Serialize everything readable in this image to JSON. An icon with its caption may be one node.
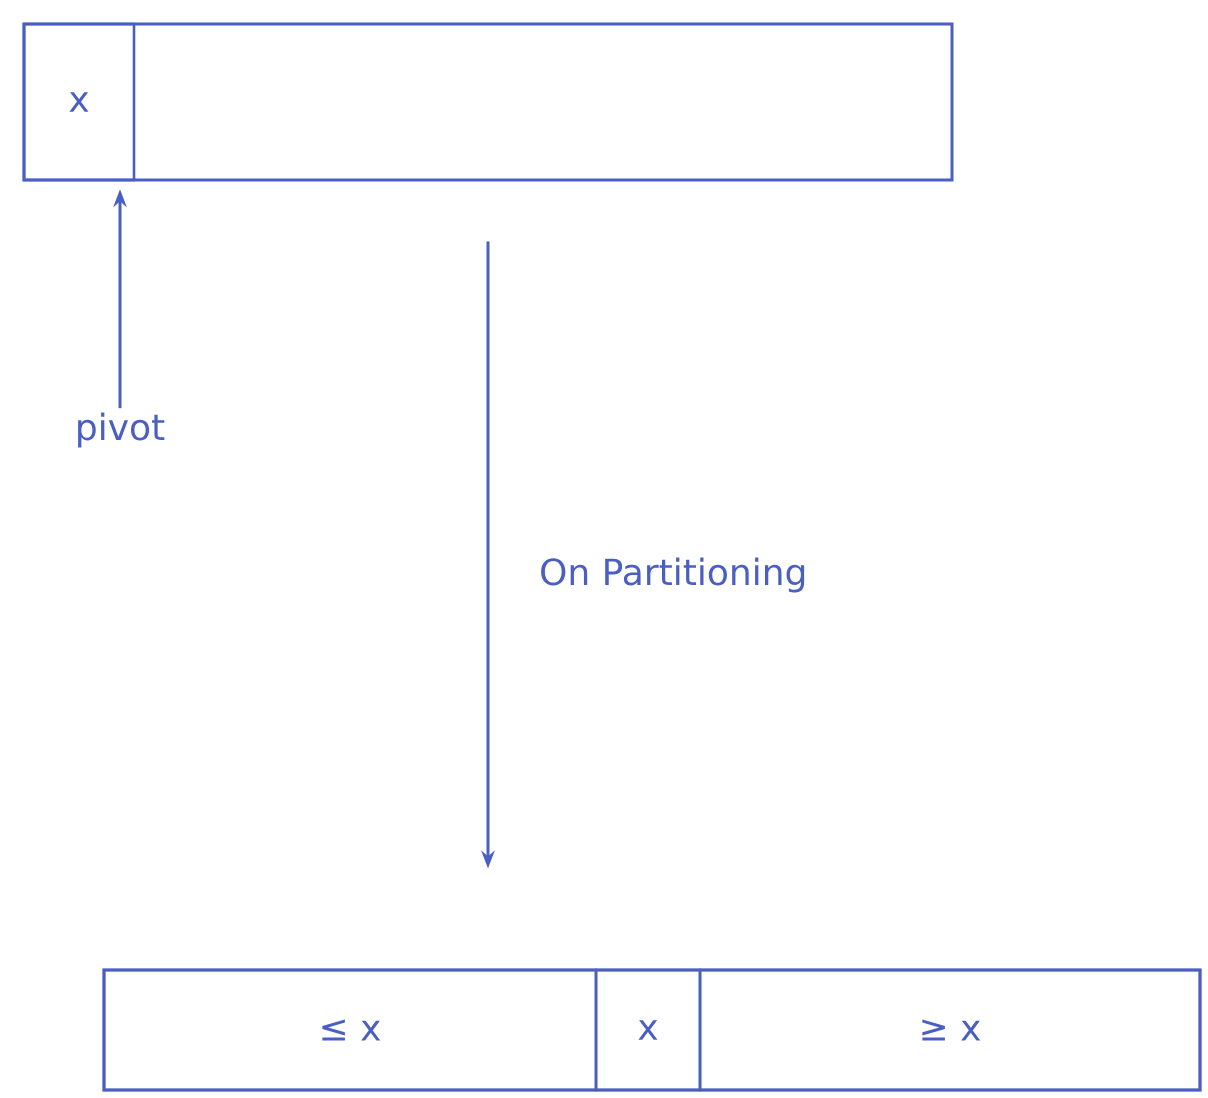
{
  "diagram": {
    "nodes": [
      {
        "text": [],
        "shape": "bar"
      },
      {
        "text": [
          "x"
        ],
        "in": 0
      },
      {
        "text": [
          "pivot"
        ]
      },
      {
        "text": [],
        "shape": "bar"
      },
      {
        "text": [
          "≤ x"
        ],
        "in": 3
      },
      {
        "text": [
          "x"
        ],
        "in": 3
      },
      {
        "text": [
          "≥ x"
        ],
        "in": 3
      }
    ],
    "edges": [
      {
        "from": 2,
        "to": 1,
        "arrow": "to"
      },
      {
        "from": 0,
        "to": 3,
        "arrow": "to",
        "label": "On Partitioning"
      }
    ]
  }
}
